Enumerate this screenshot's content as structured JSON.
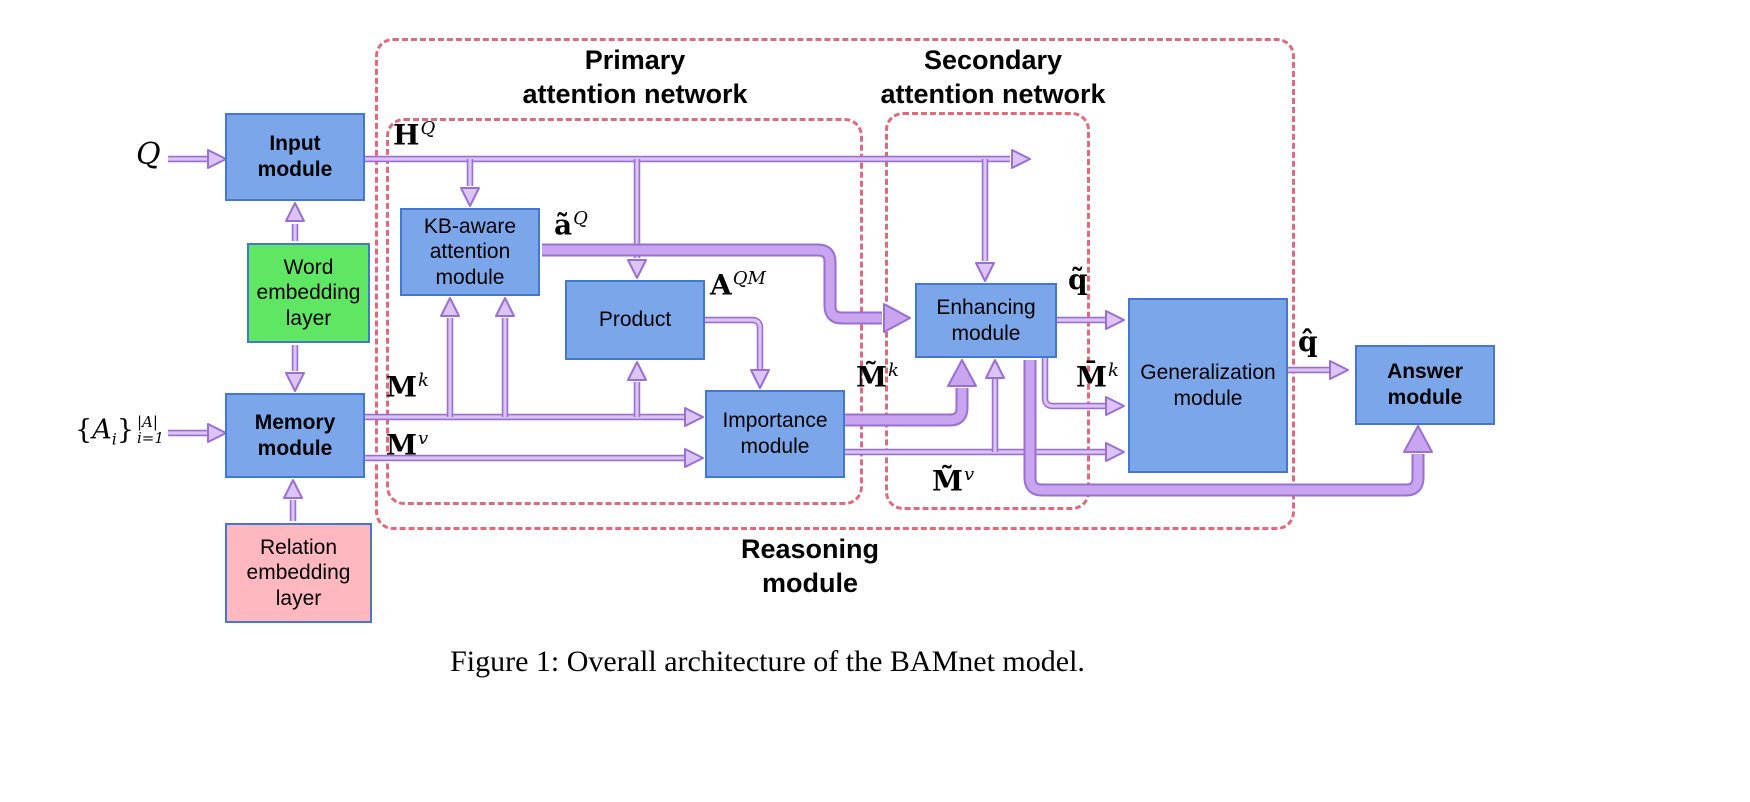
{
  "figure": {
    "caption": "Figure 1: Overall architecture of the BAMnet model."
  },
  "regions": {
    "primary": "Primary\nattention network",
    "secondary": "Secondary\nattention network",
    "reasoning": "Reasoning\nmodule"
  },
  "boxes": {
    "input": "Input module",
    "word_embedding": "Word embedding layer",
    "memory": "Memory module",
    "relation_embedding": "Relation embedding layer",
    "kb_attention": "KB-aware attention module",
    "product": "Product",
    "importance": "Importance module",
    "enhancing": "Enhancing module",
    "generalization": "Generalization module",
    "answer": "Answer module"
  },
  "labels": {
    "q_input": {
      "base": "Q"
    },
    "answer_set": {
      "open": "{",
      "var": "A",
      "var_sub": "i",
      "close": "}",
      "sup": "|A|",
      "sub": "i=1"
    },
    "h_q": {
      "base": "H",
      "sup": "Q"
    },
    "a_tilde_q": {
      "base": "ã",
      "sup": "Q"
    },
    "a_qm": {
      "base": "A",
      "sup": "QM"
    },
    "m_k": {
      "base": "M",
      "sup": "k"
    },
    "m_v": {
      "base": "M",
      "sup": "v"
    },
    "m_tilde_k": {
      "base": "M̃",
      "sup": "k"
    },
    "m_bar_k": {
      "base": "M̄",
      "sup": "k"
    },
    "m_tilde_v": {
      "base": "M̃",
      "sup": "v"
    },
    "q_tilde": {
      "base": "q̃"
    },
    "q_hat": {
      "base": "q̂"
    }
  },
  "colors": {
    "box_fill_blue": "#7ba6ea",
    "box_fill_green": "#5fe763",
    "box_fill_pink": "#ffb7c0",
    "box_border": "#4478cf",
    "region_border": "#e06a7c",
    "arrow_dark": "#9a6fd2",
    "arrow_light": "#dcc4f6",
    "arrow_thick": "#c9a4ef",
    "text": "#000000"
  }
}
